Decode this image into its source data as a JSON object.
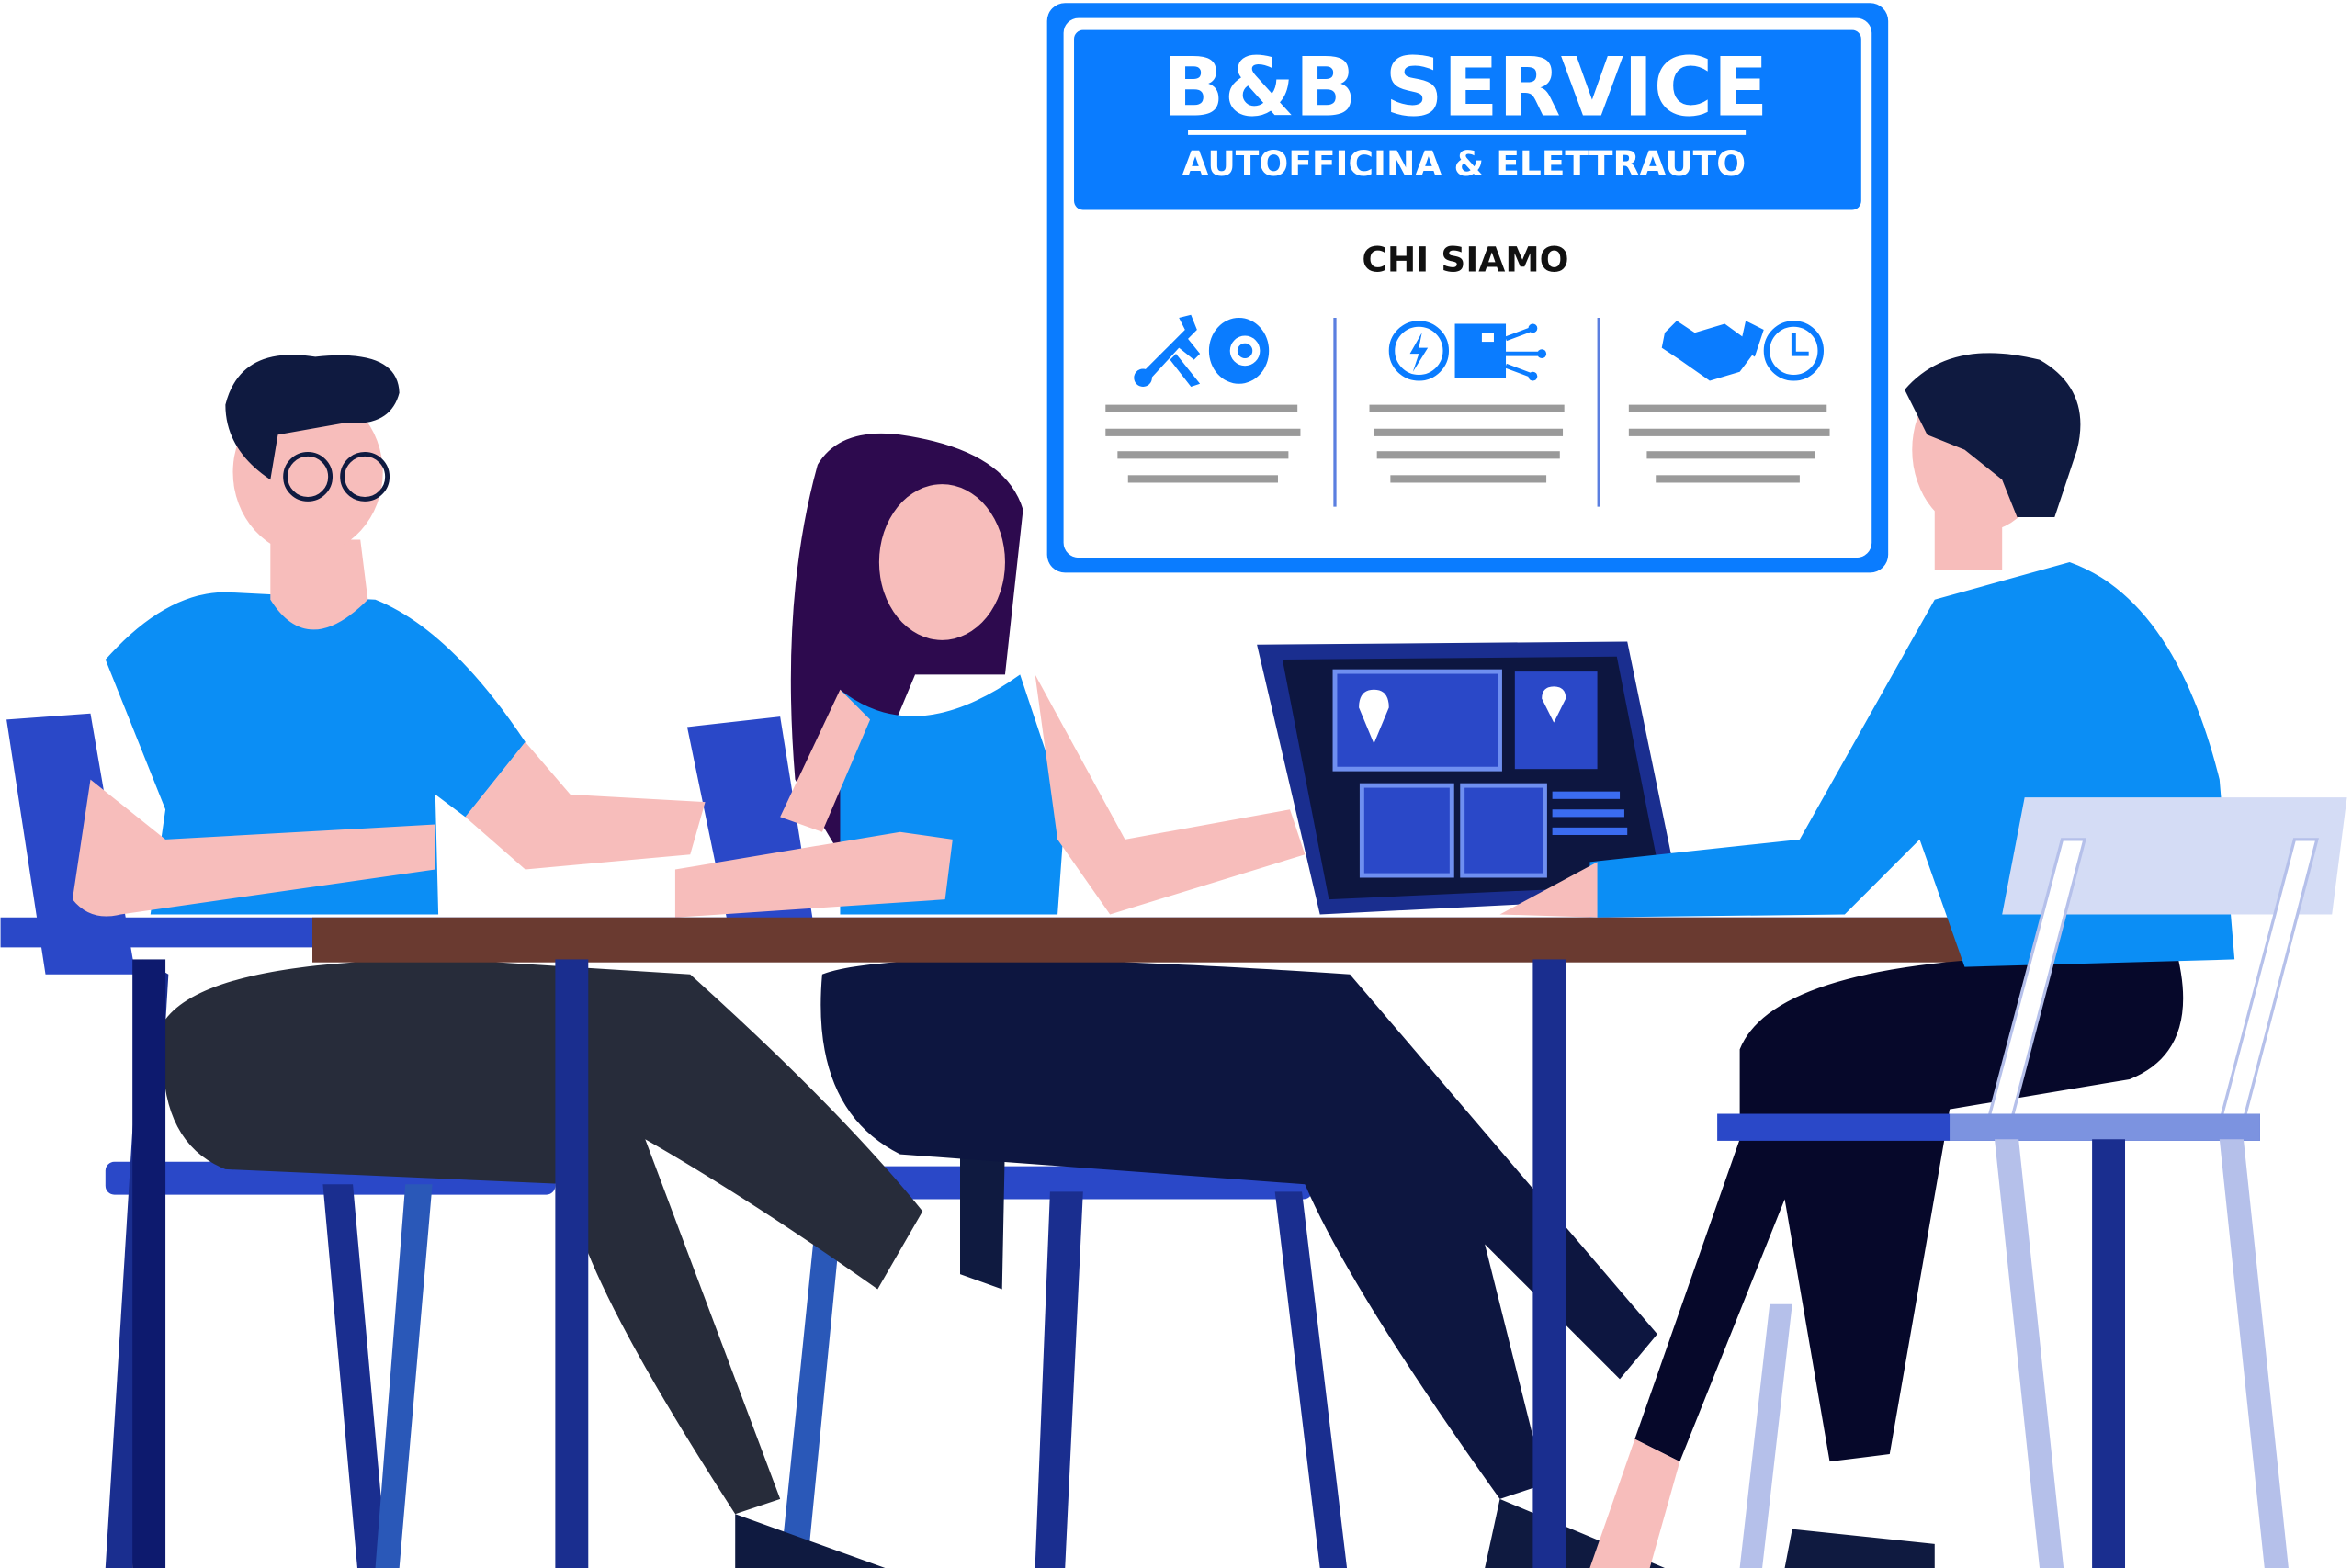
{
  "sign": {
    "title": "B&B SERVICE",
    "subtitle": "AUTOFFICINA & ELETTRAUTO",
    "section_heading": "CHI SIAMO",
    "features": [
      {
        "icon": "wrench-tire-icon"
      },
      {
        "icon": "lightning-circuit-icon"
      },
      {
        "icon": "handshake-clock-icon"
      }
    ]
  },
  "colors": {
    "brand_blue": "#0a7cff",
    "shirt_blue": "#0b8ef5",
    "navy": "#0d1640",
    "chair_blue": "#2a48c8",
    "table_brown": "#6a3a30",
    "skin": "#f7bdbb"
  }
}
